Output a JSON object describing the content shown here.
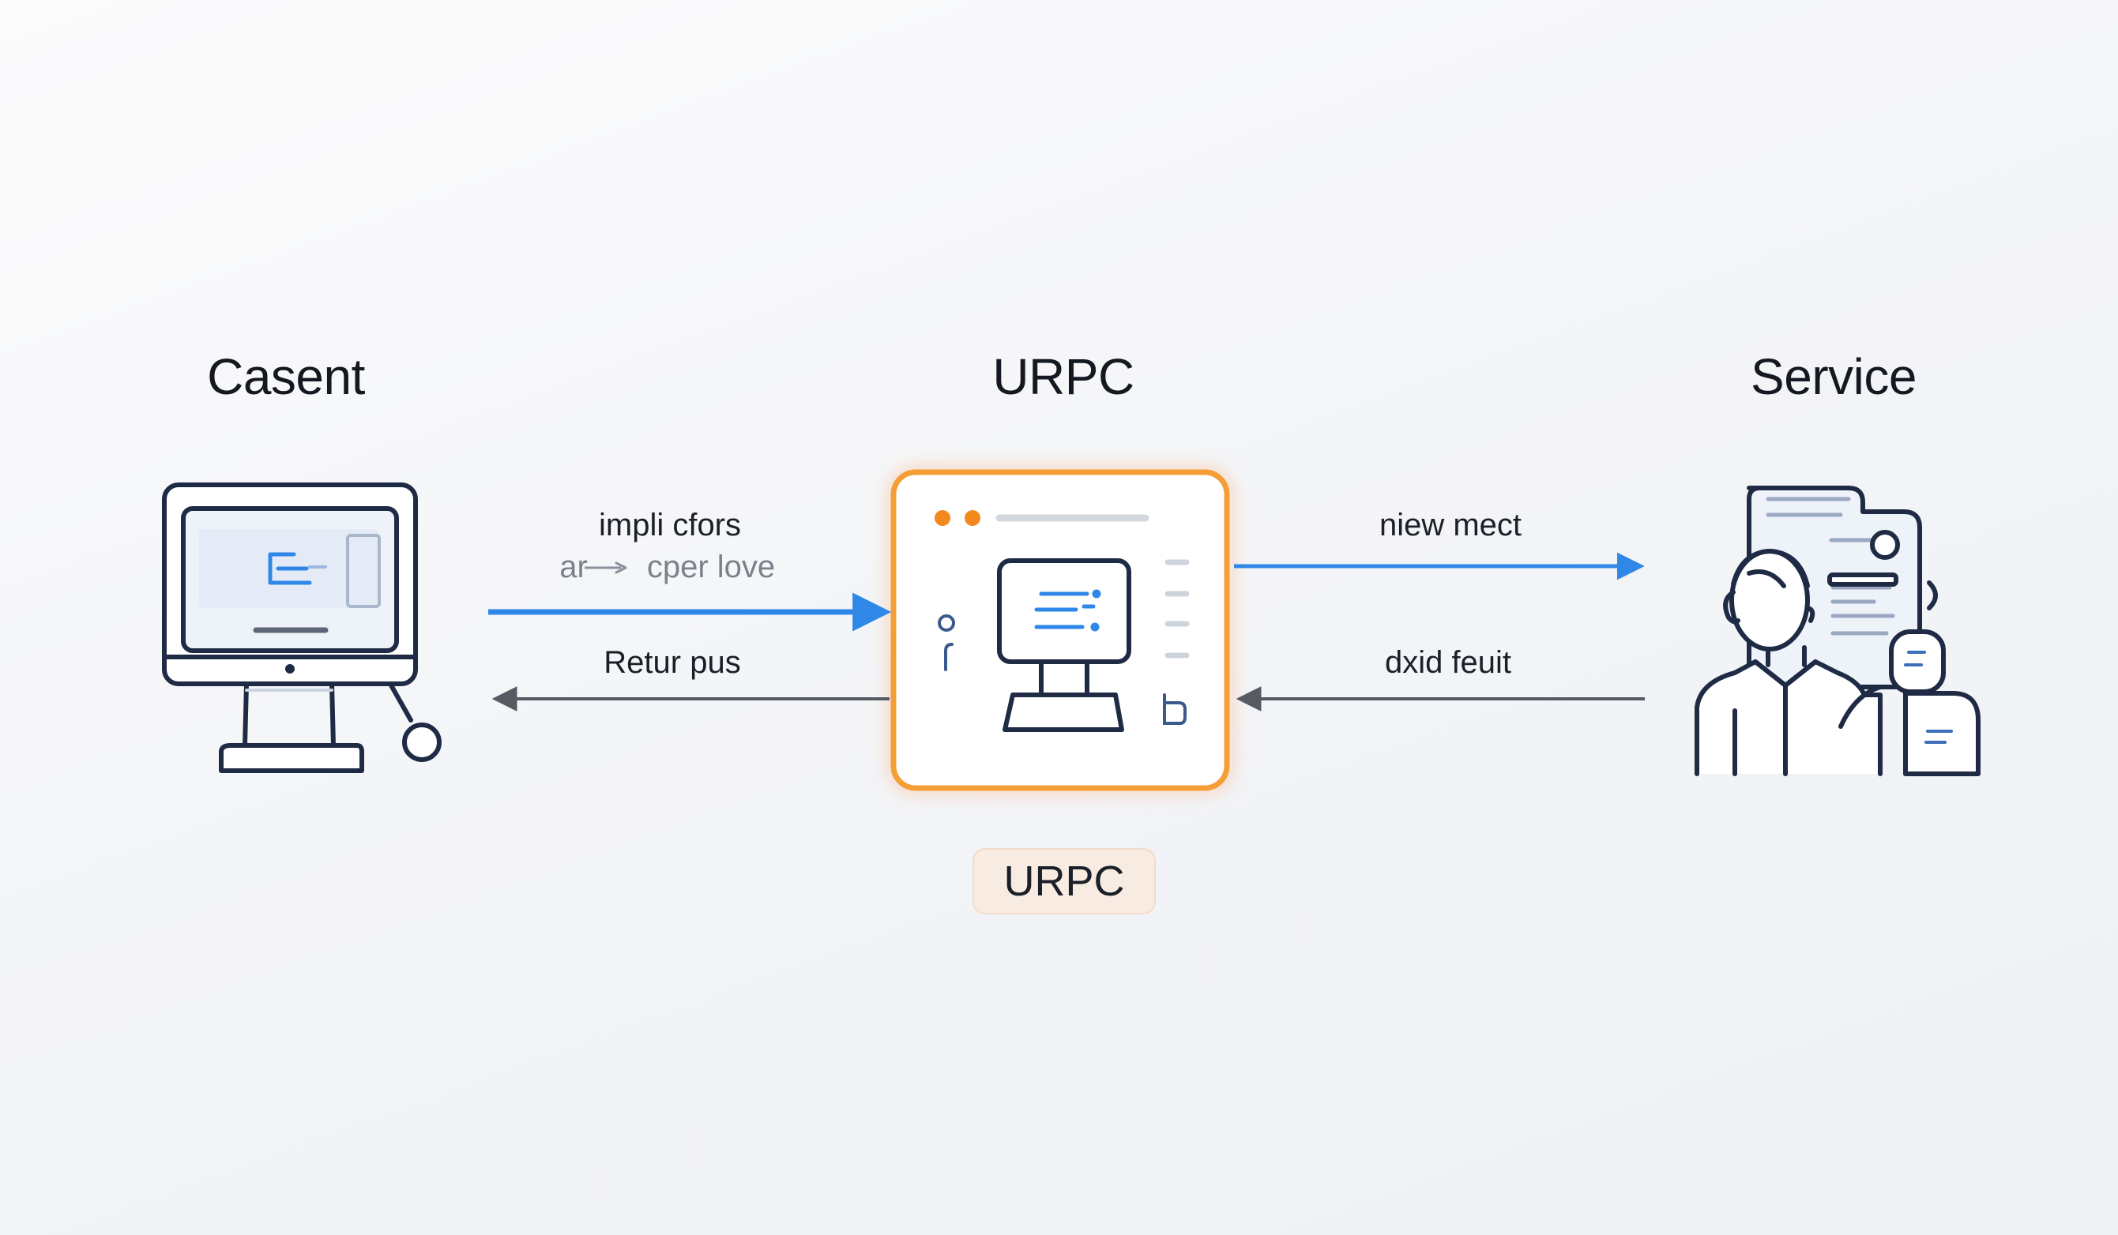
{
  "nodes": {
    "client": {
      "title": "Casent",
      "icon": "desktop-monitor-icon"
    },
    "urpc": {
      "title": "URPC",
      "icon": "rpc-terminal-icon",
      "badge": "URPC"
    },
    "service": {
      "title": "Service",
      "icon": "service-agent-icon"
    }
  },
  "edges": {
    "client_to_urpc": {
      "label": "impli cfors",
      "sublabel_prefix": "ar",
      "sublabel": "cper love"
    },
    "urpc_to_client": {
      "label": "Retur pus"
    },
    "urpc_to_service": {
      "label": "niew mect"
    },
    "service_to_urpc": {
      "label": "dxid feuit"
    }
  },
  "colors": {
    "accent_blue": "#2f87e8",
    "accent_orange": "#f59e35",
    "return_arrow": "#555a63",
    "icon_stroke": "#1f2b45",
    "badge_bg": "#f8ebe1"
  }
}
